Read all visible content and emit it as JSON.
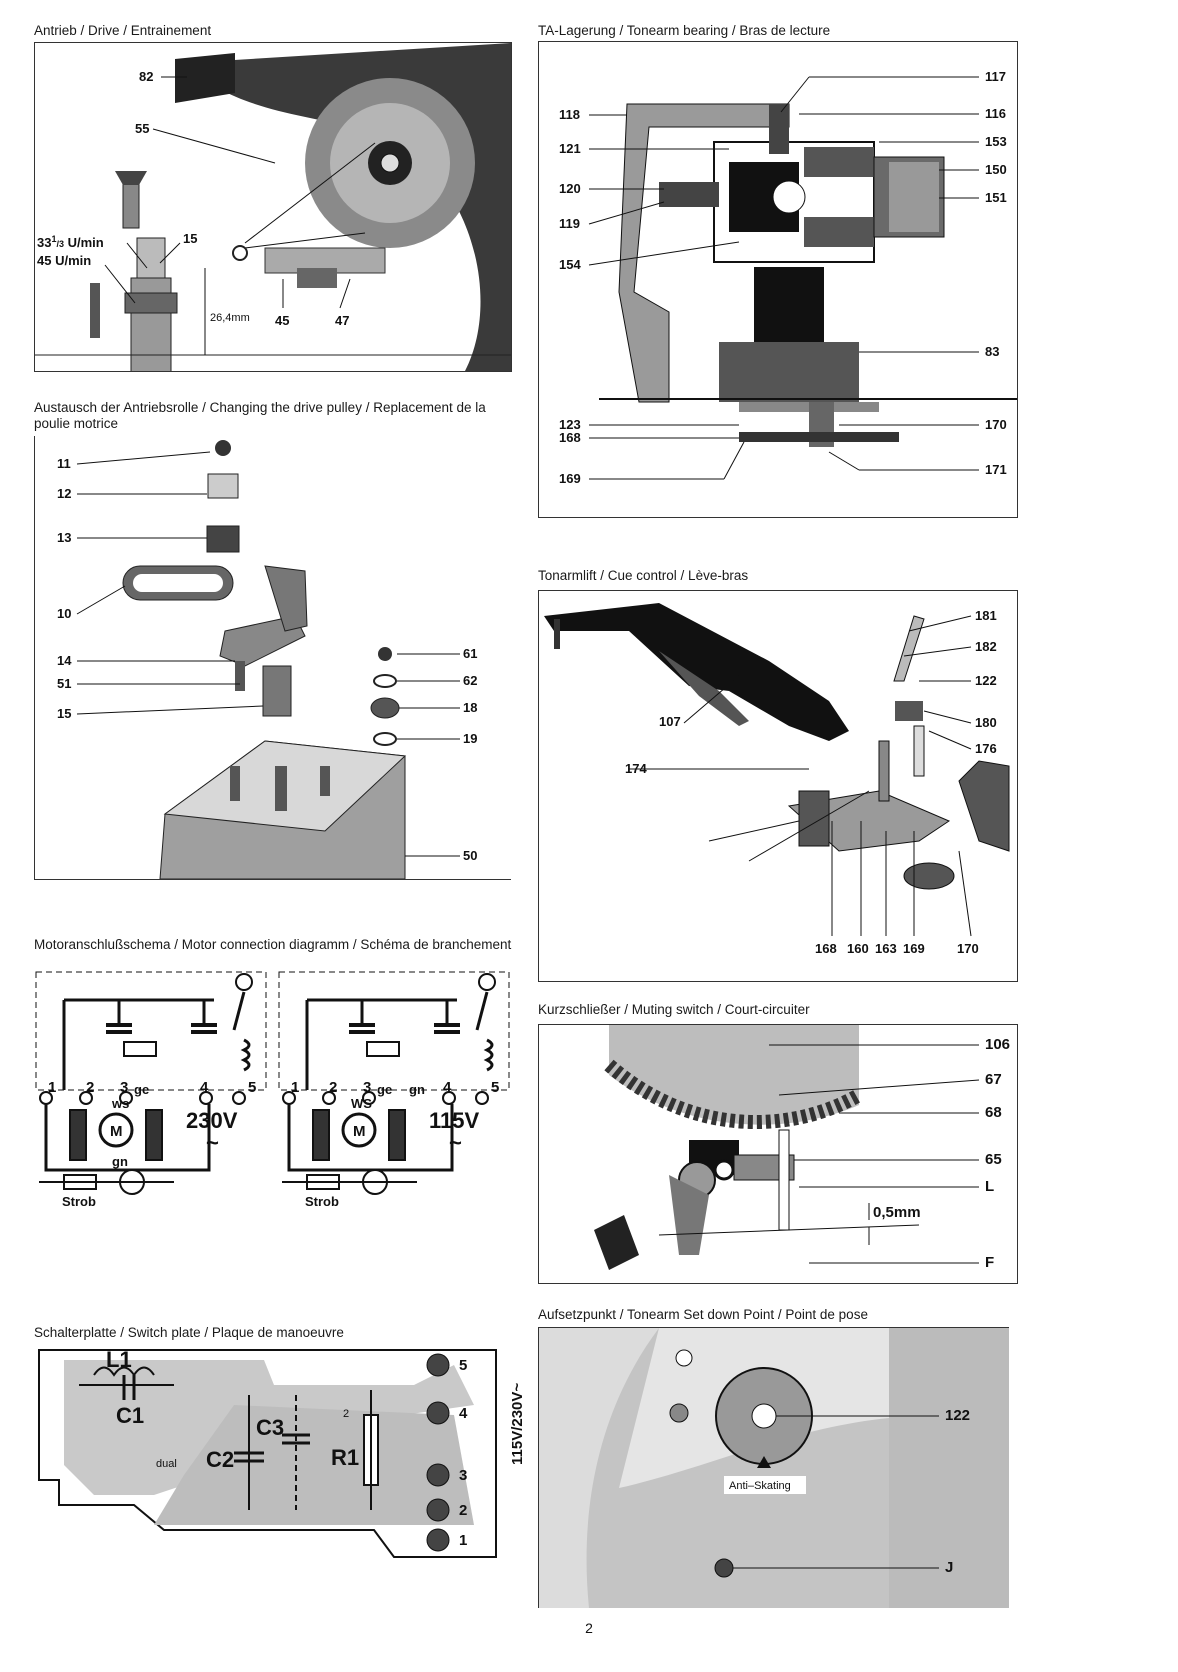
{
  "page_number": "2",
  "sections": {
    "drive": {
      "title": "Antrieb / Drive / Entrainement",
      "labels": {
        "n82": "82",
        "n55": "55",
        "rpm33_a": "33",
        "rpm33_b": "1",
        "rpm33_c": "3",
        "rpm33_d": " U/min",
        "rpm45": "45 U/min",
        "n15": "15",
        "dim": "26,4mm",
        "n45": "45",
        "n47": "47"
      }
    },
    "pulley": {
      "title": "Austausch der Antriebsrolle / Changing the drive pulley / Replacement de la poulie motrice",
      "labels": {
        "n11": "11",
        "n12": "12",
        "n13": "13",
        "n10": "10",
        "n14": "14",
        "n51": "51",
        "n15": "15",
        "n61": "61",
        "n62": "62",
        "n18": "18",
        "n19": "19",
        "n50": "50"
      }
    },
    "motor": {
      "title": "Motoranschlußschema / Motor connection diagramm / Schéma de branchement",
      "left": {
        "t1": "1",
        "t2": "2",
        "t3": "3",
        "ge": "ge",
        "t4": "4",
        "t5": "5",
        "ws": "ws",
        "m": "M",
        "gn": "gn",
        "voltage": "230V",
        "tilde": "~",
        "strob": "Strob"
      },
      "right": {
        "t1": "1",
        "t2": "2",
        "t3": "3",
        "ge": "ge",
        "gn": "gn",
        "t4": "4",
        "t5": "5",
        "ws": "WS",
        "m": "M",
        "voltage": "115V",
        "tilde": "~",
        "strob": "Strob"
      }
    },
    "switch_plate": {
      "title": "Schalterplatte / Switch plate / Plaque de manoeuvre",
      "labels": {
        "l1": "L1",
        "c1": "C1",
        "c2": "C2",
        "c3": "C3",
        "r1": "R1",
        "small2": "2",
        "dual": "dual",
        "side_voltage": "115V/230V~",
        "p5": "5",
        "p4": "4",
        "p3": "3",
        "p2": "2",
        "p1": "1"
      }
    },
    "bearing": {
      "title": "TA-Lagerung / Tonearm bearing / Bras de lecture",
      "labels": {
        "n117": "117",
        "n118": "118",
        "n116": "116",
        "n121": "121",
        "n153": "153",
        "n150": "150",
        "n120": "120",
        "n151": "151",
        "n119": "119",
        "n154": "154",
        "n83": "83",
        "n123": "123",
        "n168": "168",
        "n170": "170",
        "n169": "169",
        "n171": "171"
      }
    },
    "cue": {
      "title": "Tonarmlift / Cue control / Lève-bras",
      "labels": {
        "n181": "181",
        "n182": "182",
        "n122": "122",
        "n107": "107",
        "n180": "180",
        "n176": "176",
        "n174": "174",
        "n168": "168",
        "n160": "160",
        "n163": "163",
        "n169": "169",
        "n170": "170"
      }
    },
    "muting": {
      "title": "Kurzschließer / Muting switch / Court-circuiter",
      "labels": {
        "n106": "106",
        "n67": "67",
        "n68": "68",
        "n65": "65",
        "L": "L",
        "gap": "0,5mm",
        "F": "F"
      }
    },
    "setdown": {
      "title": "Aufsetzpunkt / Tonearm Set down Point / Point de pose",
      "labels": {
        "n122": "122",
        "anti": "Anti–Skating",
        "J": "J"
      }
    }
  },
  "colors": {
    "ink": "#111111",
    "grey": "#9a9a9a",
    "light": "#cfcfcf",
    "dark": "#3a3a3a"
  }
}
